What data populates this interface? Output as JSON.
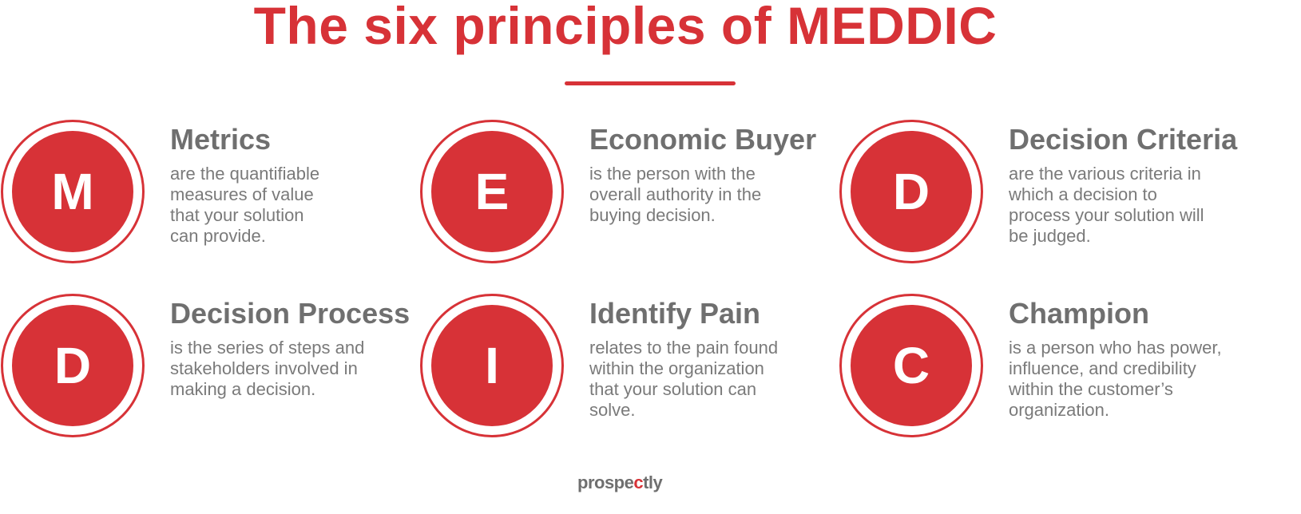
{
  "title": "The six principles of MEDDIC",
  "colors": {
    "accent": "#D73237",
    "heading": "#6F6F6F",
    "body": "#7A7A7A"
  },
  "principles": [
    {
      "letter": "M",
      "heading": "Metrics",
      "description": "are the quantifiable measures of value that your solution can provide.",
      "lines": [
        "are the quantifiable",
        "measures of value",
        "that your solution",
        "can provide."
      ]
    },
    {
      "letter": "E",
      "heading": "Economic Buyer",
      "description": "is the person with the overall authority in the buying decision.",
      "lines": [
        "is the person with the",
        "overall authority in the",
        "buying decision."
      ]
    },
    {
      "letter": "D",
      "heading": "Decision Criteria",
      "description": "are the various criteria in which a decision to process your solution will be judged.",
      "lines": [
        "are the various criteria in",
        "which a decision to",
        "process your solution will",
        "be judged."
      ]
    },
    {
      "letter": "D",
      "heading": "Decision Process",
      "description": "is the series of steps and stakeholders involved in making a decision.",
      "lines": [
        "is the series of steps and",
        "stakeholders involved in",
        "making a decision."
      ]
    },
    {
      "letter": "I",
      "heading": "Identify Pain",
      "description": "relates to the pain found within the organization that your solution can solve.",
      "lines": [
        "relates to the pain found",
        "within the organization",
        "that your solution can",
        "solve."
      ]
    },
    {
      "letter": "C",
      "heading": "Champion",
      "description": "is a person who has power, influence, and credibility within the customer's organization.",
      "lines": [
        "is a person who has power,",
        "influence, and credibility",
        "within the customer’s",
        "organization."
      ]
    }
  ],
  "logo": {
    "prefix": "prospe",
    "accent": "c",
    "suffix": "tly"
  }
}
